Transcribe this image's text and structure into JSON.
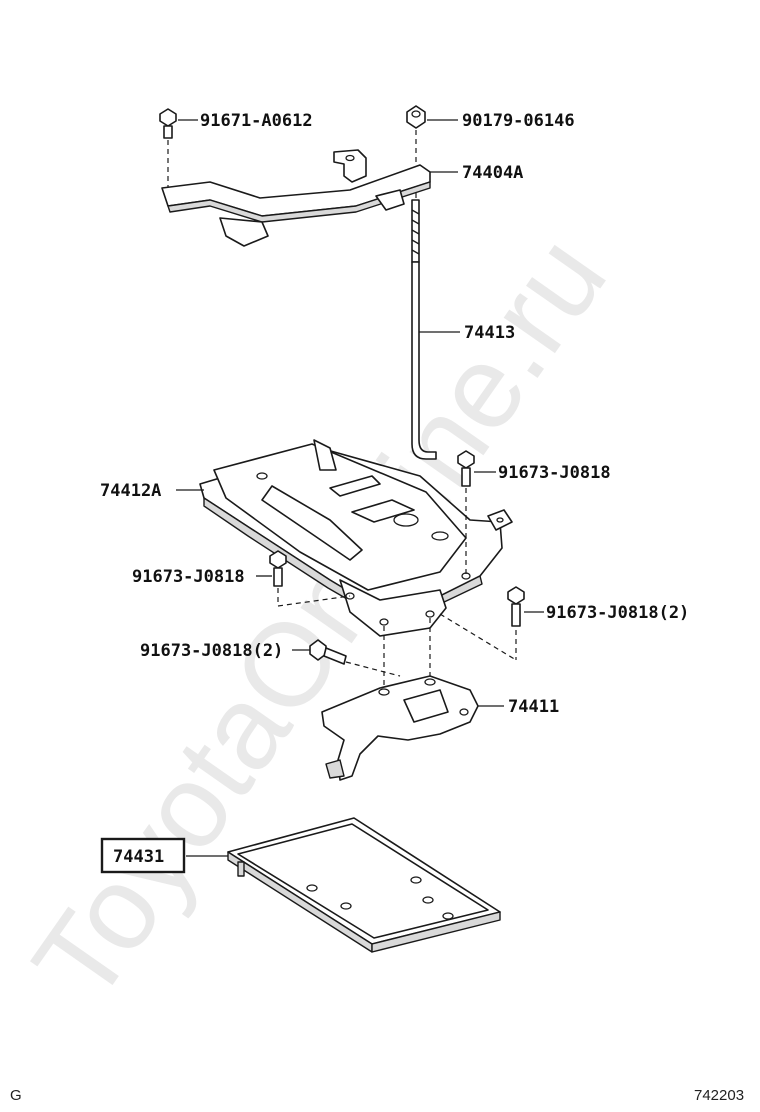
{
  "watermark": "ToyotaOnMine.ru",
  "labels": {
    "bolt_top_left": "91671-A0612",
    "nut_top": "90179-06146",
    "clamp": "74404A",
    "rod": "74413",
    "carrier": "74412A",
    "bolt_right_upper": "91673-J0818",
    "bolt_left": "91673-J0818",
    "bolt_right_lower": "91673-J0818(2)",
    "bolt_center": "91673-J0818(2)",
    "bracket": "74411",
    "tray": "74431"
  },
  "footer": {
    "left_code": "G",
    "right_code": "742203"
  }
}
